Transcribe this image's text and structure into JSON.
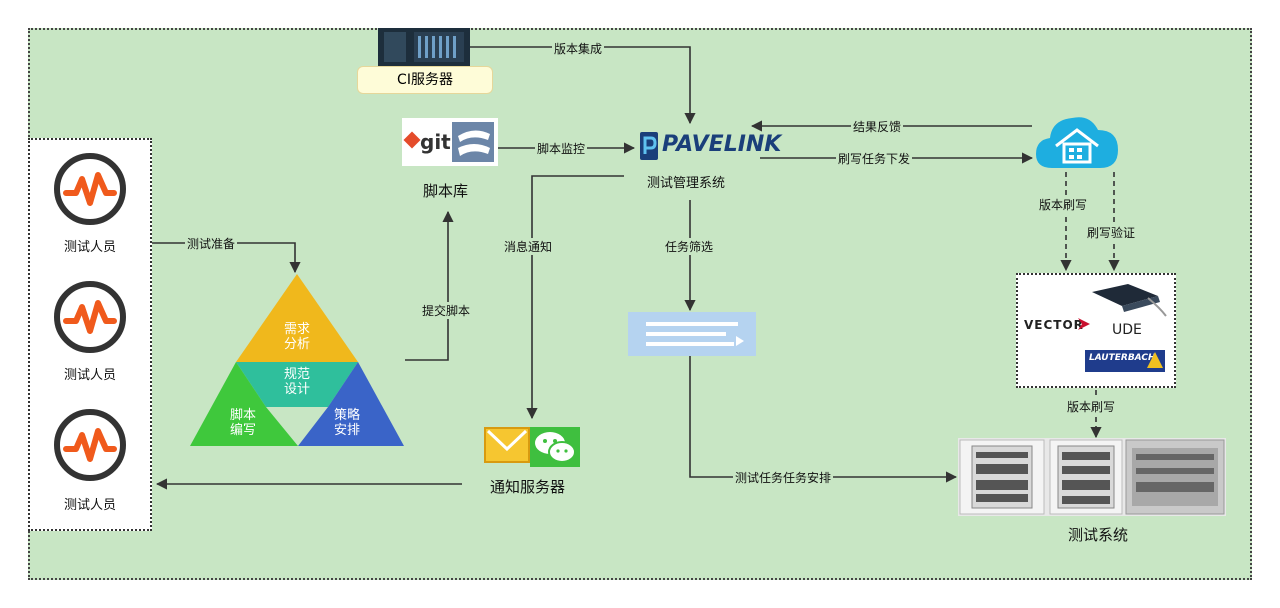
{
  "nodes": {
    "ci_server": "CI服务器",
    "script_repo": "脚本库",
    "test_mgmt": "测试管理系统",
    "notify_server": "通知服务器",
    "test_system": "测试系统",
    "tester": "测试人员",
    "git_text": "git",
    "pavelink_text": "PAVELINK",
    "vector_text": "VECTOR",
    "ude_text": "UDE",
    "lauterbach_text": "LAUTERBACH"
  },
  "edges": {
    "version_integration": "版本集成",
    "script_monitor": "脚本监控",
    "result_feedback": "结果反馈",
    "flash_task_dispatch": "刷写任务下发",
    "message_notify": "消息通知",
    "task_filter": "任务筛选",
    "submit_script": "提交脚本",
    "test_prep": "测试准备",
    "version_flash": "版本刷写",
    "flash_verify": "刷写验证",
    "version_flash_2": "版本刷写",
    "test_task_arrange": "测试任务任务安排"
  },
  "pyramid": {
    "top": "需求\n分析",
    "middle": "规范\n设计",
    "left": "脚本\n编写",
    "right": "策略\n安排"
  },
  "colors": {
    "background": "#c8e6c4",
    "pyramid_top": "#f0b81c",
    "pyramid_middle": "#2fbf9c",
    "pyramid_left": "#3fc83c",
    "pyramid_right": "#3a64c8",
    "tester_icon": "#f05a1c",
    "cloud_icon": "#1eaee0"
  },
  "icons": [
    "server-rack-icon",
    "git-logo-icon",
    "pavelink-logo-icon",
    "cloud-house-icon",
    "mail-icon",
    "wechat-icon",
    "person-wave-icon",
    "flash-tool-icon",
    "hil-rack-icon"
  ]
}
